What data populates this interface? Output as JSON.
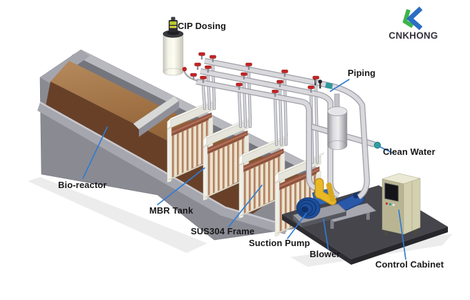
{
  "logo": {
    "brand": "CNKHONG",
    "mark_green": "#3cb54a",
    "mark_blue": "#2a6fc4"
  },
  "labels": {
    "cip_dosing": "CIP Dosing",
    "piping": "Piping",
    "clean_water": "Clean Water",
    "bio_reactor": "Bio-reactor",
    "mbr_tank": "MBR Tank",
    "sus304_frame": "SUS304 Frame",
    "suction_pump": "Suction Pump",
    "blower": "Blower",
    "control_cabinet": "Control Cabinet"
  },
  "palette": {
    "leader_line": "#2e7cd6",
    "label_text": "#17171a",
    "basin_gray": "#8a8a92",
    "basin_cut_gray": "#a6a6ae",
    "liquid_brown": "#9a6b3e",
    "liquid_dark_brown": "#684028",
    "membrane_cream": "#ebe1cc",
    "membrane_tan": "#c29473",
    "module_frame_white": "#f7f6ef",
    "valve_red": "#c32424",
    "pipe_gray": "#d9d9dd",
    "pump_blue": "#1d4f9e",
    "blower_blue": "#2a58a8",
    "elbow_yellow": "#e9b827",
    "cabinet_olive": "#b9b592",
    "platform_charcoal": "#45454b",
    "clean_water_cap": "#2fa0a0",
    "cip_tank_white": "#f4f4e8"
  }
}
